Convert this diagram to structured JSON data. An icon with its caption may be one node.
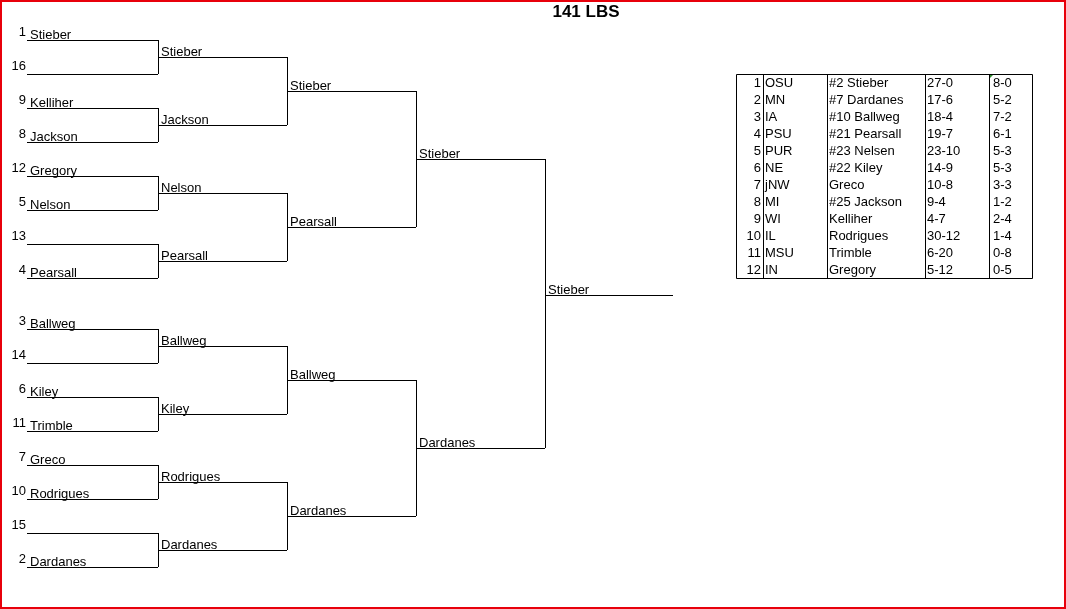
{
  "diagram": {
    "title": "141 LBS",
    "nodes": [
      {
        "text": [
          "1",
          "Stieber"
        ]
      },
      {
        "text": [
          "16"
        ]
      },
      {
        "text": [
          "9",
          "Kelliher"
        ]
      },
      {
        "text": [
          "8",
          "Jackson"
        ]
      },
      {
        "text": [
          "12",
          "Gregory"
        ]
      },
      {
        "text": [
          "5",
          "Nelson"
        ]
      },
      {
        "text": [
          "13"
        ]
      },
      {
        "text": [
          "4",
          "Pearsall"
        ]
      },
      {
        "text": [
          "3",
          "Ballweg"
        ]
      },
      {
        "text": [
          "14"
        ]
      },
      {
        "text": [
          "6",
          "Kiley"
        ]
      },
      {
        "text": [
          "11",
          "Trimble"
        ]
      },
      {
        "text": [
          "7",
          "Greco"
        ]
      },
      {
        "text": [
          "10",
          "Rodrigues"
        ]
      },
      {
        "text": [
          "15"
        ]
      },
      {
        "text": [
          "2",
          "Dardanes"
        ]
      },
      {
        "text": [
          "Stieber"
        ]
      },
      {
        "text": [
          "Jackson"
        ]
      },
      {
        "text": [
          "Nelson"
        ]
      },
      {
        "text": [
          "Pearsall"
        ]
      },
      {
        "text": [
          "Ballweg"
        ]
      },
      {
        "text": [
          "Kiley"
        ]
      },
      {
        "text": [
          "Rodrigues"
        ]
      },
      {
        "text": [
          "Dardanes"
        ]
      },
      {
        "text": [
          "Stieber"
        ]
      },
      {
        "text": [
          "Pearsall"
        ]
      },
      {
        "text": [
          "Ballweg"
        ]
      },
      {
        "text": [
          "Dardanes"
        ]
      },
      {
        "text": [
          "Stieber"
        ]
      },
      {
        "text": [
          "Dardanes"
        ]
      },
      {
        "text": [
          "Stieber"
        ]
      }
    ],
    "edges": [
      {
        "from": 0,
        "to": 16,
        "arrow": "none"
      },
      {
        "from": 1,
        "to": 16,
        "arrow": "none"
      },
      {
        "from": 2,
        "to": 17,
        "arrow": "none"
      },
      {
        "from": 3,
        "to": 17,
        "arrow": "none"
      },
      {
        "from": 4,
        "to": 18,
        "arrow": "none"
      },
      {
        "from": 5,
        "to": 18,
        "arrow": "none"
      },
      {
        "from": 6,
        "to": 19,
        "arrow": "none"
      },
      {
        "from": 7,
        "to": 19,
        "arrow": "none"
      },
      {
        "from": 8,
        "to": 20,
        "arrow": "none"
      },
      {
        "from": 9,
        "to": 20,
        "arrow": "none"
      },
      {
        "from": 10,
        "to": 21,
        "arrow": "none"
      },
      {
        "from": 11,
        "to": 21,
        "arrow": "none"
      },
      {
        "from": 12,
        "to": 22,
        "arrow": "none"
      },
      {
        "from": 13,
        "to": 22,
        "arrow": "none"
      },
      {
        "from": 14,
        "to": 23,
        "arrow": "none"
      },
      {
        "from": 15,
        "to": 23,
        "arrow": "none"
      },
      {
        "from": 16,
        "to": 24,
        "arrow": "none"
      },
      {
        "from": 17,
        "to": 24,
        "arrow": "none"
      },
      {
        "from": 18,
        "to": 25,
        "arrow": "none"
      },
      {
        "from": 19,
        "to": 25,
        "arrow": "none"
      },
      {
        "from": 20,
        "to": 26,
        "arrow": "none"
      },
      {
        "from": 21,
        "to": 26,
        "arrow": "none"
      },
      {
        "from": 22,
        "to": 27,
        "arrow": "none"
      },
      {
        "from": 23,
        "to": 27,
        "arrow": "none"
      },
      {
        "from": 24,
        "to": 28,
        "arrow": "none"
      },
      {
        "from": 25,
        "to": 28,
        "arrow": "none"
      },
      {
        "from": 26,
        "to": 29,
        "arrow": "none"
      },
      {
        "from": 27,
        "to": 29,
        "arrow": "none"
      },
      {
        "from": 28,
        "to": 30,
        "arrow": "none"
      },
      {
        "from": 29,
        "to": 30,
        "arrow": "none"
      }
    ],
    "labels": [
      "1",
      "OSU",
      "#2 Stieber",
      "27-0",
      "8-0",
      "2",
      "MN",
      "#7 Dardanes",
      "17-6",
      "5-2",
      "3",
      "IA",
      "#10 Ballweg",
      "18-4",
      "7-2",
      "4",
      "PSU",
      "#21 Pearsall",
      "19-7",
      "6-1",
      "5",
      "PUR",
      "#23 Nelsen",
      "23-10",
      "5-3",
      "6",
      "NE",
      "#22 Kiley",
      "14-9",
      "5-3",
      "7",
      "jNW",
      "Greco",
      "10-8",
      "3-3",
      "8",
      "MI",
      "#25 Jackson",
      "9-4",
      "1-2",
      "9",
      "WI",
      "Kelliher",
      "4-7",
      "2-4",
      "10",
      "IL",
      "Rodrigues",
      "30-12",
      "1-4",
      "11",
      "MSU",
      "Trimble",
      "6-20",
      "0-8",
      "12",
      "IN",
      "Gregory",
      "5-12",
      "0-5"
    ]
  }
}
